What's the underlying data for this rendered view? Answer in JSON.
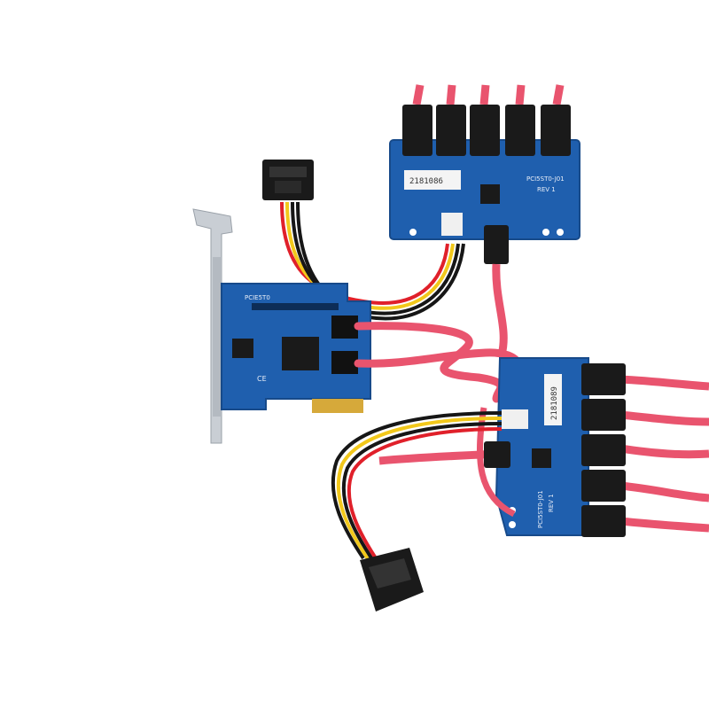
{
  "photo": {
    "colors": {
      "background": "#ffffff",
      "pcb": "#1f5fae",
      "pcb_edge": "#174a8a",
      "sata_cable": "#e9546e",
      "connector": "#1a1a1a",
      "bracket": "#c9ced4",
      "gold": "#d6a93a",
      "wire_yellow": "#f2c81b",
      "wire_black": "#161616",
      "wire_red": "#e0202a"
    },
    "top_board": {
      "model_marking": "PCI5ST0-J01",
      "rev_marking": "REV 1",
      "serial_sticker": "2181086"
    },
    "right_board": {
      "model_marking": "PCI5ST0-J01",
      "rev_marking": "REV 1",
      "serial_sticker": "2181089"
    },
    "pcie_card": {
      "ce_mark": "CE",
      "model_marking": "PCIE5T0"
    }
  }
}
